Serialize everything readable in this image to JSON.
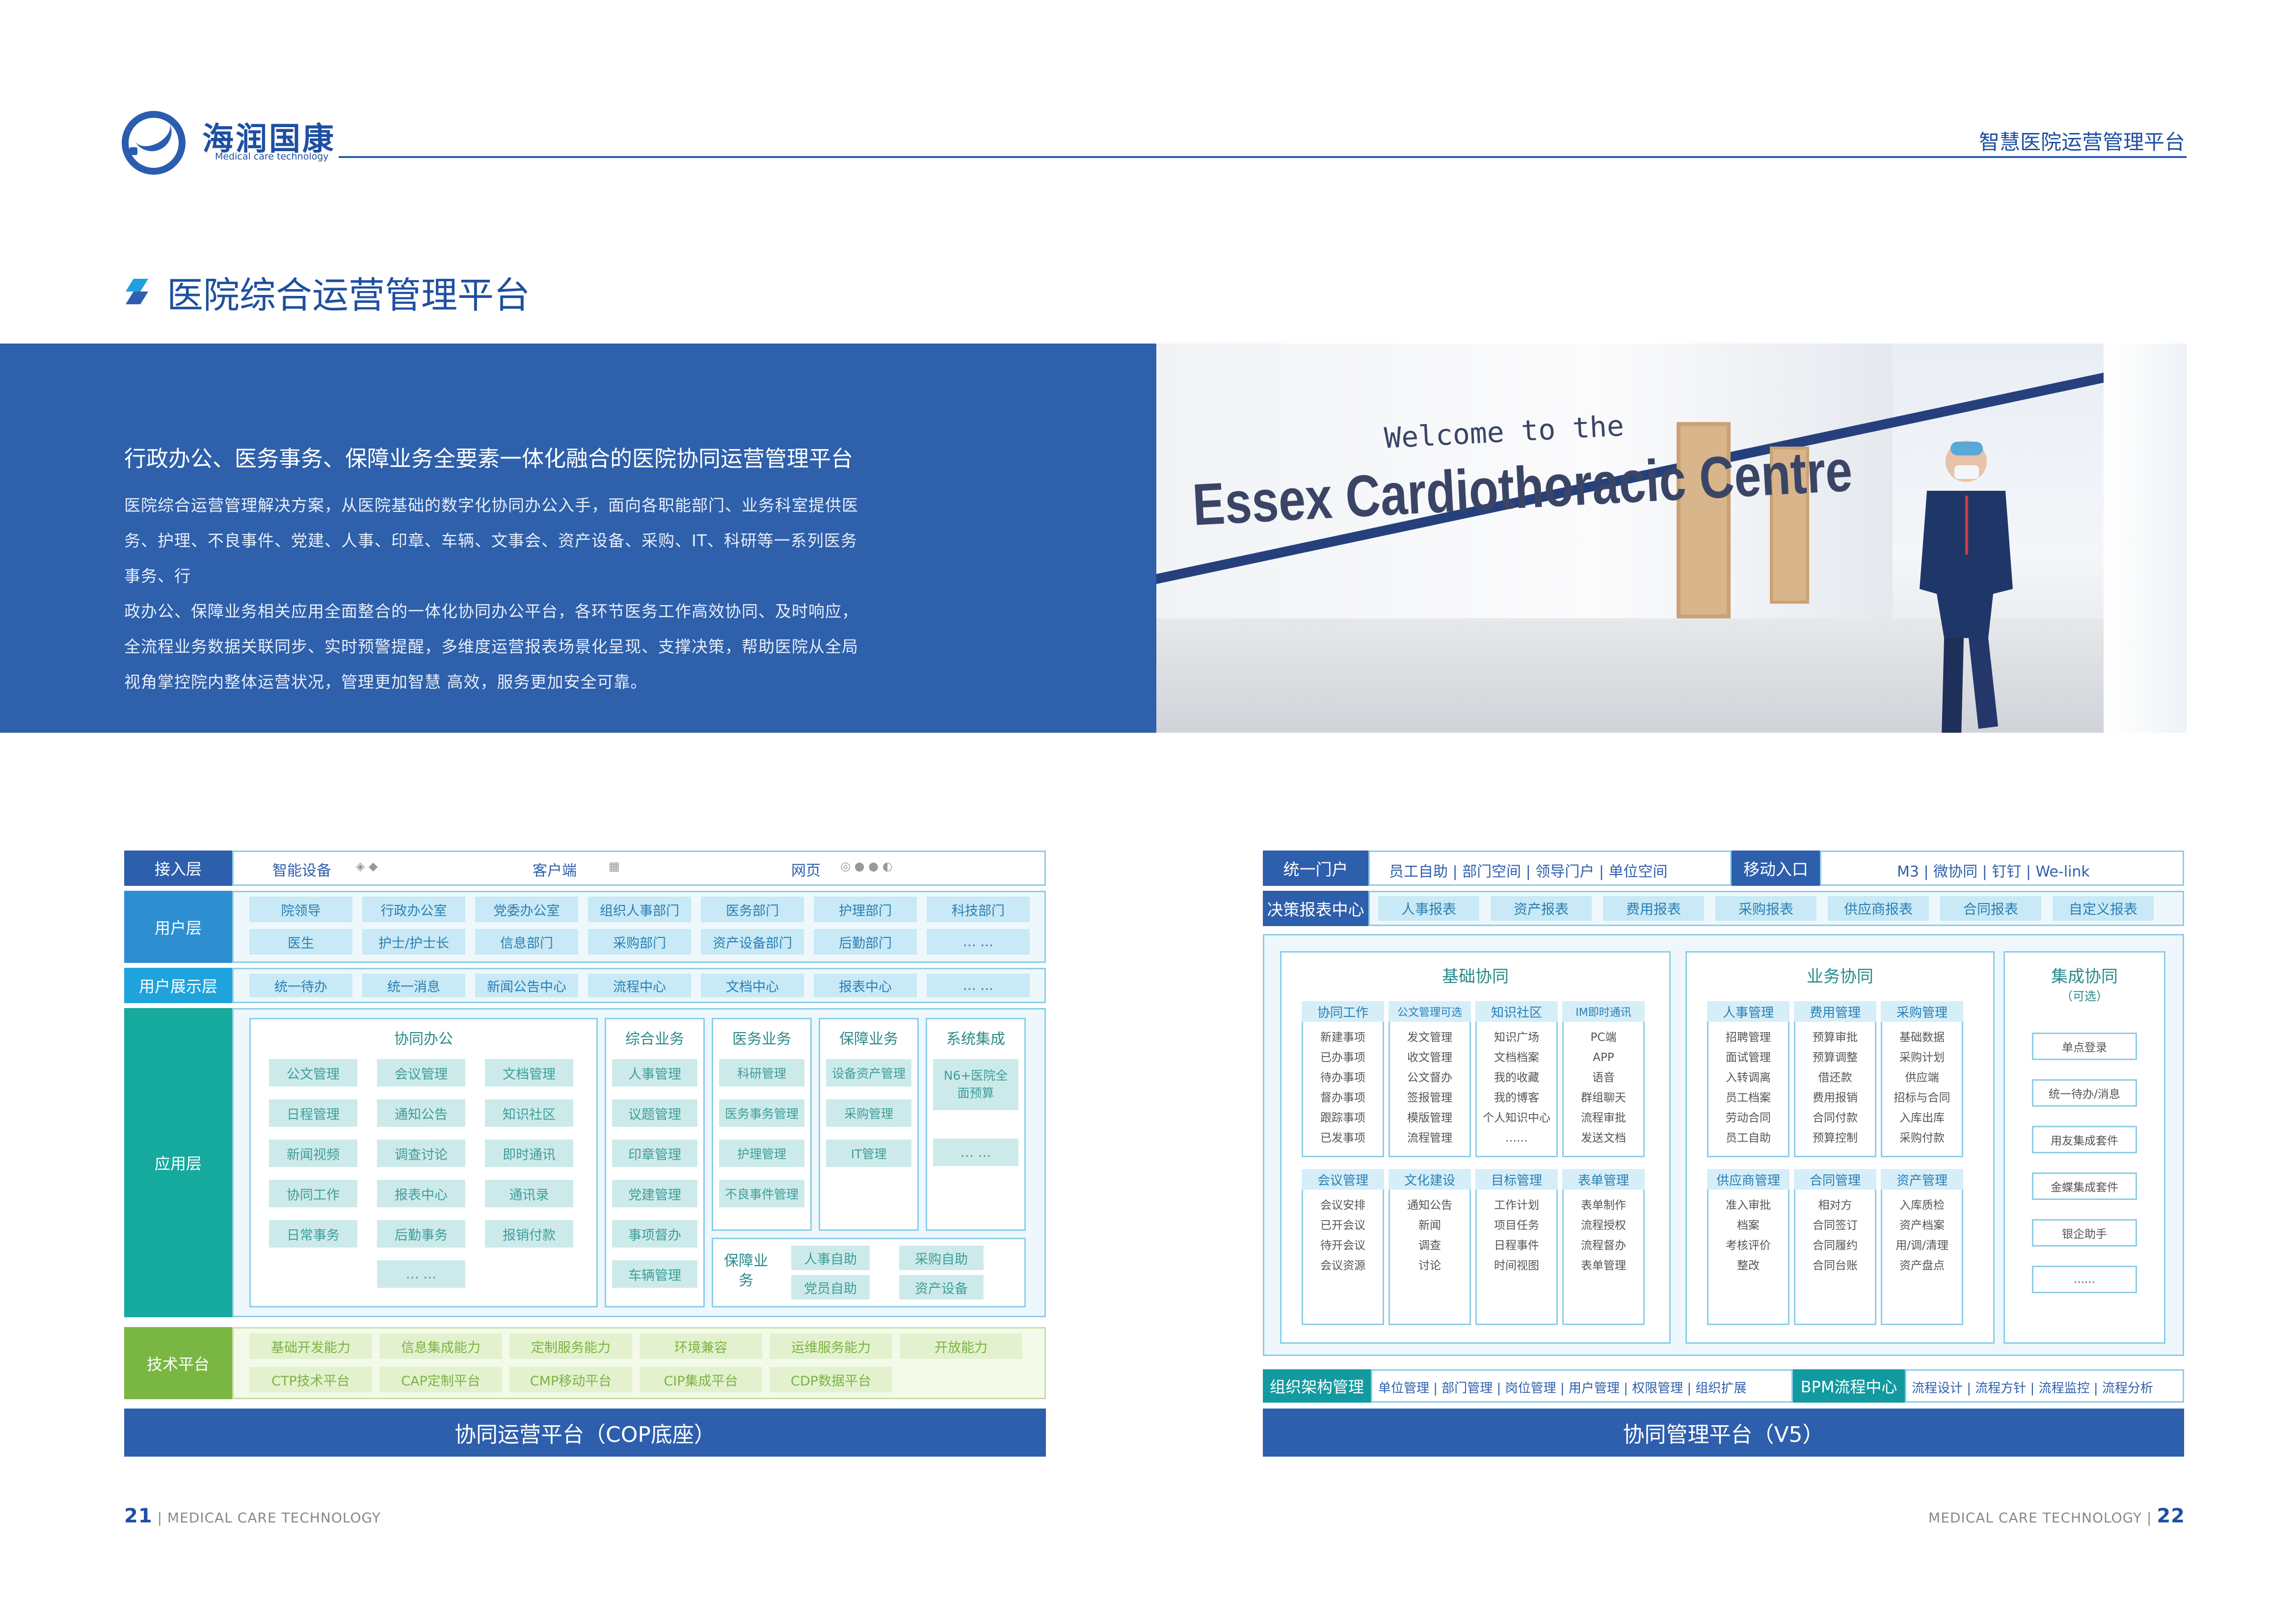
{
  "header": {
    "brand_name": "海润国康",
    "brand_sub": "Medical care technology",
    "platform_title": "智慧医院运营管理平台"
  },
  "section": {
    "title": "医院综合运营管理平台",
    "intro_title": "行政办公、医务事务、保障业务全要素一体化融合的医院协同运营管理平台",
    "intro_lines": [
      "医院综合运营管理解决方案，从医院基础的数字化协同办公入手，面向各职能部门、业务科室提供医",
      "务、护理、不良事件、党建、人事、印章、车辆、文事会、资产设备、采购、IT、科研等一系列医务事务、行",
      "政办公、保障业务相关应用全面整合的一体化协同办公平台，各环节医务工作高效协同、及时响应，",
      "全流程业务数据关联同步、实时预警提醒，多维度运营报表场景化呈现、支撑决策，帮助医院从全局",
      "视角掌控院内整体运营状况，管理更加智慧 高效，服务更加安全可靠。"
    ]
  },
  "photo": {
    "welcome": "Welcome to the",
    "centre": "Essex Cardiothoracic Centre"
  },
  "left": {
    "access": {
      "label": "接入层",
      "items": [
        "智能设备",
        "客户端",
        "网页"
      ]
    },
    "user": {
      "label": "用户层",
      "row1": [
        "院领导",
        "行政办公室",
        "党委办公室",
        "组织人事部门",
        "医务部门",
        "护理部门",
        "科技部门"
      ],
      "row2": [
        "医生",
        "护士/护士长",
        "信息部门",
        "采购部门",
        "资产设备部门",
        "后勤部门",
        "… …"
      ]
    },
    "display": {
      "label": "用户展示层",
      "items": [
        "统一待办",
        "统一消息",
        "新闻公告中心",
        "流程中心",
        "文档中心",
        "报表中心",
        "… …"
      ]
    },
    "app": {
      "label": "应用层",
      "oa": {
        "title": "协同办公",
        "col1": [
          "公文管理",
          "日程管理",
          "新闻视频",
          "协同工作",
          "日常事务"
        ],
        "col2": [
          "会议管理",
          "通知公告",
          "调查讨论",
          "报表中心",
          "后勤事务",
          "… …"
        ],
        "col3": [
          "文档管理",
          "知识社区",
          "即时通讯",
          "通讯录",
          "报销付款"
        ]
      },
      "general": {
        "title": "综合业务",
        "items": [
          "人事管理",
          "议题管理",
          "印章管理",
          "党建管理",
          "事项督办",
          "车辆管理"
        ]
      },
      "medical": {
        "title": "医务业务",
        "items": [
          "科研管理",
          "医务事务管理",
          "护理管理",
          "不良事件管理"
        ]
      },
      "support": {
        "title": "保障业务",
        "items": [
          "设备资产管理",
          "采购管理",
          "IT管理"
        ]
      },
      "integration": {
        "title": "系统集成",
        "items": [
          "N6+医院全面预算",
          "… …"
        ]
      },
      "support2": {
        "title": "保障业务",
        "items": [
          "人事自助",
          "采购自助",
          "党员自助",
          "资产设备"
        ]
      }
    },
    "tech": {
      "label": "技术平台",
      "row1": [
        "基础开发能力",
        "信息集成能力",
        "定制服务能力",
        "环境兼容",
        "运维服务能力",
        "开放能力"
      ],
      "row2": [
        "CTP技术平台",
        "CAP定制平台",
        "CMP移动平台",
        "CIP集成平台",
        "CDP数据平台"
      ]
    },
    "base": "协同运营平台（COP底座）"
  },
  "right": {
    "portal": {
      "label": "统一门户",
      "items": "员工自助 | 部门空间 | 领导门户 | 单位空间",
      "mobile_label": "移动入口",
      "mobile_items": "M3 | 微协同 | 钉钉 | We-link"
    },
    "reports": {
      "label": "决策报表中心",
      "items": [
        "人事报表",
        "资产报表",
        "费用报表",
        "采购报表",
        "供应商报表",
        "合同报表",
        "自定义报表"
      ]
    },
    "basic": {
      "title": "基础协同",
      "cols": [
        {
          "h": "协同工作",
          "items": [
            "新建事项",
            "已办事项",
            "待办事项",
            "督办事项",
            "跟踪事项",
            "已发事项"
          ]
        },
        {
          "h": "公文管理可选",
          "items": [
            "发文管理",
            "收文管理",
            "公文督办",
            "签报管理",
            "模版管理",
            "流程管理"
          ]
        },
        {
          "h": "知识社区",
          "items": [
            "知识广场",
            "文档档案",
            "我的收藏",
            "我的博客",
            "个人知识中心",
            "……"
          ]
        },
        {
          "h": "IM即时通讯",
          "items": [
            "PC端",
            "APP",
            "语音",
            "群组聊天",
            "流程审批",
            "发送文档"
          ]
        },
        {
          "h": "会议管理",
          "items": [
            "会议安排",
            "已开会议",
            "待开会议",
            "会议资源"
          ]
        },
        {
          "h": "文化建设",
          "items": [
            "通知公告",
            "新闻",
            "调查",
            "讨论"
          ]
        },
        {
          "h": "目标管理",
          "items": [
            "工作计划",
            "项目任务",
            "日程事件",
            "时间视图"
          ]
        },
        {
          "h": "表单管理",
          "items": [
            "表单制作",
            "流程授权",
            "流程督办",
            "表单管理"
          ]
        }
      ]
    },
    "business": {
      "title": "业务协同",
      "cols": [
        {
          "h": "人事管理",
          "items": [
            "招聘管理",
            "面试管理",
            "入转调离",
            "员工档案",
            "劳动合同",
            "员工自助"
          ]
        },
        {
          "h": "费用管理",
          "items": [
            "预算审批",
            "预算调整",
            "借还款",
            "费用报销",
            "合同付款",
            "预算控制"
          ]
        },
        {
          "h": "采购管理",
          "items": [
            "基础数据",
            "采购计划",
            "供应端",
            "招标与合同",
            "入库出库",
            "采购付款"
          ]
        },
        {
          "h": "供应商管理",
          "items": [
            "准入审批",
            "档案",
            "考核评价",
            "整改"
          ]
        },
        {
          "h": "合同管理",
          "items": [
            "相对方",
            "合同签订",
            "合同履约",
            "合同台账"
          ]
        },
        {
          "h": "资产管理",
          "items": [
            "入库质检",
            "资产档案",
            "用/调/清理",
            "资产盘点"
          ]
        }
      ]
    },
    "integration": {
      "title": "集成协同",
      "sub": "（可选）",
      "items": [
        "单点登录",
        "统一待办/消息",
        "用友集成套件",
        "金蝶集成套件",
        "银企助手",
        "......"
      ]
    },
    "org": {
      "label": "组织架构管理",
      "items": "单位管理 | 部门管理 | 岗位管理 | 用户管理 | 权限管理 | 组织扩展",
      "bpm_label": "BPM流程中心",
      "bpm_items": "流程设计 | 流程方针 | 流程监控 | 流程分析"
    },
    "base": "协同管理平台（V5）"
  },
  "footer": {
    "left_num": "21",
    "left_text": "MEDICAL CARE TECHNOLOGY",
    "right_text": "MEDICAL CARE TECHNOLOGY",
    "right_num": "22"
  },
  "colors": {
    "primary": "#2e5fad",
    "teal": "#129aa0",
    "light_blue": "#c8e9f5",
    "green": "#7cb342"
  }
}
